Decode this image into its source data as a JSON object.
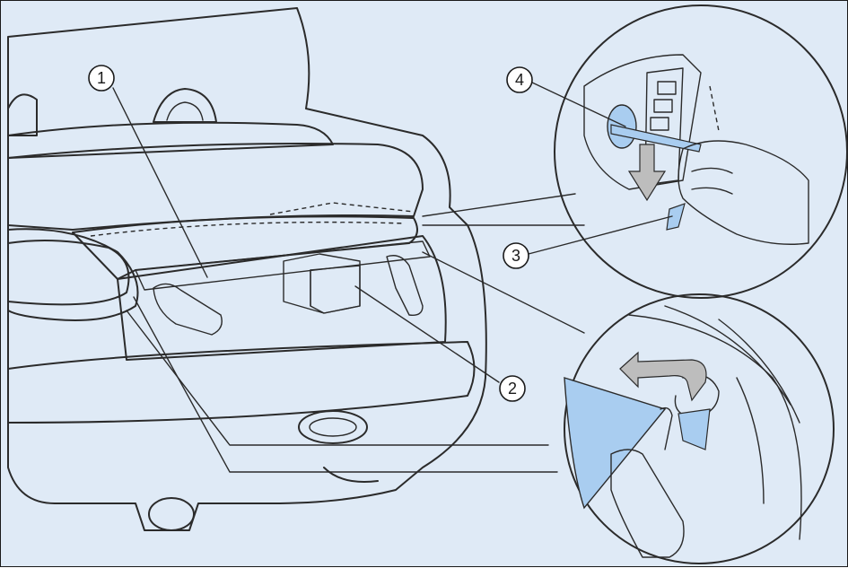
{
  "figure": {
    "callouts": [
      {
        "id": "1",
        "label": "1"
      },
      {
        "id": "2",
        "label": "2"
      },
      {
        "id": "3",
        "label": "3"
      },
      {
        "id": "4",
        "label": "4"
      }
    ],
    "colors": {
      "background": "#dfeaf6",
      "highlight_blue": "#a9cdf0",
      "car_body": "#ffffff",
      "shade_grey": "#d7d7d7",
      "line": "#2b2b2b",
      "arrow_grey": "#bdbdbd"
    }
  }
}
